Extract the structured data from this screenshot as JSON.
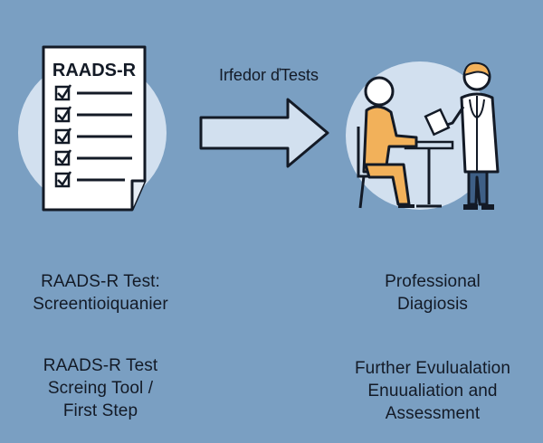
{
  "document": {
    "title": "RAADS-R",
    "checklist_rows": 5
  },
  "arrow": {
    "caption": "Irfedor ďTests"
  },
  "left_labels": {
    "primary": {
      "line1": "RAADS-R Test:",
      "line2": "Screentioiquanier"
    },
    "secondary": {
      "line1": "RAADS-R Test",
      "line2": "Screing Tool /",
      "line3": "First Step"
    }
  },
  "right_labels": {
    "primary": {
      "line1": "Professional",
      "line2": "Diagiosis"
    },
    "secondary": {
      "line1": "Further Evulualation",
      "line2": "Enuualiation and",
      "line3": "Assessment"
    }
  },
  "colors": {
    "background": "#7a9fc2",
    "circle": "#d2e0ef",
    "paper": "#ffffff",
    "ink": "#131a26",
    "patient": "#f2b15a",
    "doctor_coat": "#ffffff",
    "doctor_pants": "#3e5f86"
  }
}
